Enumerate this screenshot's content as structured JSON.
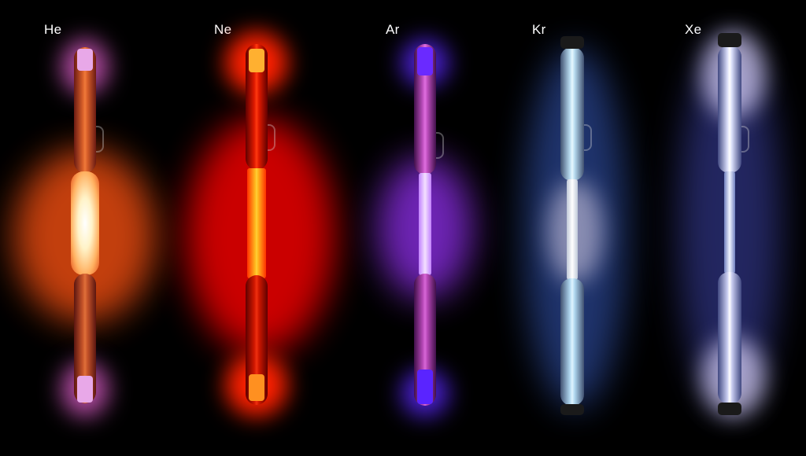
{
  "tubes": [
    {
      "label": "He",
      "color": "#ff6a2a",
      "core": "#fff6e0"
    },
    {
      "label": "Ne",
      "color": "#ff1a00",
      "core": "#ffae1a"
    },
    {
      "label": "Ar",
      "color": "#c24cff",
      "core": "#f0a0ff"
    },
    {
      "label": "Kr",
      "color": "#7fb4ff",
      "core": "#e8f6ff"
    },
    {
      "label": "Xe",
      "color": "#9aa4ff",
      "core": "#f5f7ff"
    }
  ]
}
